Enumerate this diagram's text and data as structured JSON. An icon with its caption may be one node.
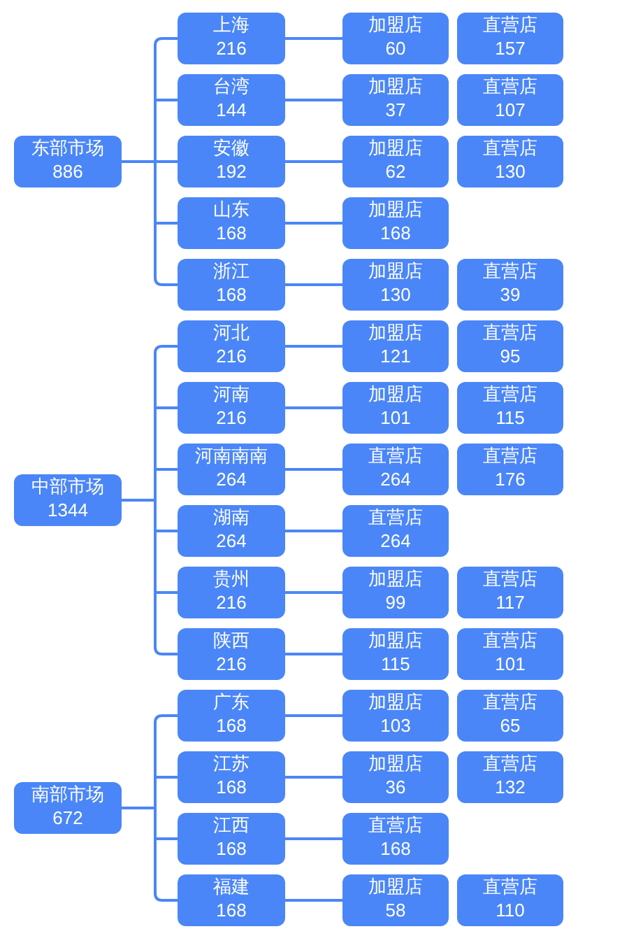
{
  "diagram": {
    "nodes": [
      {
        "text": [
          "东部市场",
          "886"
        ]
      },
      {
        "text": [
          "上海",
          "216"
        ]
      },
      {
        "text": [
          "加盟店",
          "60"
        ]
      },
      {
        "text": [
          "直营店",
          "157"
        ]
      },
      {
        "text": [
          "台湾",
          "144"
        ]
      },
      {
        "text": [
          "加盟店",
          "37"
        ]
      },
      {
        "text": [
          "直营店",
          "107"
        ]
      },
      {
        "text": [
          "安徽",
          "192"
        ]
      },
      {
        "text": [
          "加盟店",
          "62"
        ]
      },
      {
        "text": [
          "直营店",
          "130"
        ]
      },
      {
        "text": [
          "山东",
          "168"
        ]
      },
      {
        "text": [
          "加盟店",
          "168"
        ]
      },
      {
        "text": [
          "浙江",
          "168"
        ]
      },
      {
        "text": [
          "加盟店",
          "130"
        ]
      },
      {
        "text": [
          "直营店",
          "39"
        ]
      },
      {
        "text": [
          "中部市场",
          "1344"
        ]
      },
      {
        "text": [
          "河北",
          "216"
        ]
      },
      {
        "text": [
          "加盟店",
          "121"
        ]
      },
      {
        "text": [
          "直营店",
          "95"
        ]
      },
      {
        "text": [
          "河南",
          "216"
        ]
      },
      {
        "text": [
          "加盟店",
          "101"
        ]
      },
      {
        "text": [
          "直营店",
          "115"
        ]
      },
      {
        "text": [
          "河南南南",
          "264"
        ]
      },
      {
        "text": [
          "直营店",
          "264"
        ]
      },
      {
        "text": [
          "直营店",
          "176"
        ]
      },
      {
        "text": [
          "湖南",
          "264"
        ]
      },
      {
        "text": [
          "直营店",
          "264"
        ]
      },
      {
        "text": [
          "贵州",
          "216"
        ]
      },
      {
        "text": [
          "加盟店",
          "99"
        ]
      },
      {
        "text": [
          "直营店",
          "117"
        ]
      },
      {
        "text": [
          "陕西",
          "216"
        ]
      },
      {
        "text": [
          "加盟店",
          "115"
        ]
      },
      {
        "text": [
          "直营店",
          "101"
        ]
      },
      {
        "text": [
          "南部市场",
          "672"
        ]
      },
      {
        "text": [
          "广东",
          "168"
        ]
      },
      {
        "text": [
          "加盟店",
          "103"
        ]
      },
      {
        "text": [
          "直营店",
          "65"
        ]
      },
      {
        "text": [
          "江苏",
          "168"
        ]
      },
      {
        "text": [
          "加盟店",
          "36"
        ]
      },
      {
        "text": [
          "直营店",
          "132"
        ]
      },
      {
        "text": [
          "江西",
          "168"
        ]
      },
      {
        "text": [
          "直营店",
          "168"
        ]
      },
      {
        "text": [
          "福建",
          "168"
        ]
      },
      {
        "text": [
          "加盟店",
          "58"
        ]
      },
      {
        "text": [
          "直营店",
          "110"
        ]
      }
    ],
    "edges": [
      {
        "from": 0,
        "to": 1,
        "arrow": "none"
      },
      {
        "from": 1,
        "to": 2,
        "arrow": "none"
      },
      {
        "from": 0,
        "to": 4,
        "arrow": "none"
      },
      {
        "from": 4,
        "to": 5,
        "arrow": "none"
      },
      {
        "from": 0,
        "to": 7,
        "arrow": "none"
      },
      {
        "from": 7,
        "to": 8,
        "arrow": "none"
      },
      {
        "from": 0,
        "to": 10,
        "arrow": "none"
      },
      {
        "from": 10,
        "to": 11,
        "arrow": "none"
      },
      {
        "from": 0,
        "to": 12,
        "arrow": "none"
      },
      {
        "from": 12,
        "to": 13,
        "arrow": "none"
      },
      {
        "from": 15,
        "to": 16,
        "arrow": "none"
      },
      {
        "from": 16,
        "to": 17,
        "arrow": "none"
      },
      {
        "from": 15,
        "to": 19,
        "arrow": "none"
      },
      {
        "from": 19,
        "to": 20,
        "arrow": "none"
      },
      {
        "from": 15,
        "to": 22,
        "arrow": "none"
      },
      {
        "from": 22,
        "to": 23,
        "arrow": "none"
      },
      {
        "from": 15,
        "to": 25,
        "arrow": "none"
      },
      {
        "from": 25,
        "to": 26,
        "arrow": "none"
      },
      {
        "from": 15,
        "to": 27,
        "arrow": "none"
      },
      {
        "from": 27,
        "to": 28,
        "arrow": "none"
      },
      {
        "from": 15,
        "to": 30,
        "arrow": "none"
      },
      {
        "from": 30,
        "to": 31,
        "arrow": "none"
      },
      {
        "from": 33,
        "to": 34,
        "arrow": "none"
      },
      {
        "from": 34,
        "to": 35,
        "arrow": "none"
      },
      {
        "from": 33,
        "to": 37,
        "arrow": "none"
      },
      {
        "from": 37,
        "to": 38,
        "arrow": "none"
      },
      {
        "from": 33,
        "to": 40,
        "arrow": "none"
      },
      {
        "from": 40,
        "to": 41,
        "arrow": "none"
      },
      {
        "from": 33,
        "to": 42,
        "arrow": "none"
      },
      {
        "from": 42,
        "to": 43,
        "arrow": "none"
      }
    ]
  }
}
